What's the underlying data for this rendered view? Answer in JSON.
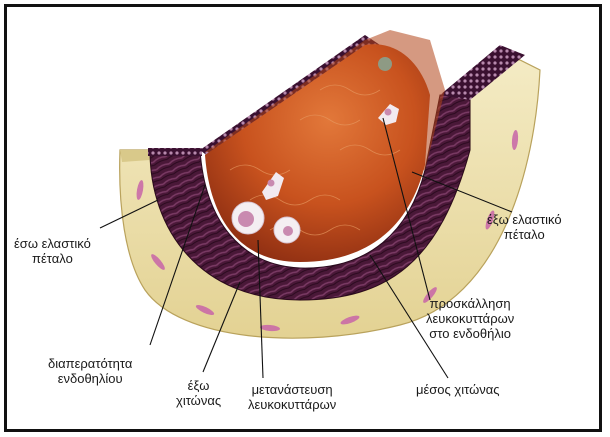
{
  "labels": {
    "inner_elastic_lamina": [
      "έσω ελαστικό",
      "πέταλο"
    ],
    "outer_elastic_lamina": [
      "έξω ελαστικό",
      "πέταλο"
    ],
    "leukocyte_recruitment": [
      "προσκάλληση",
      "λευκοκυττάρων",
      "στο ενδοθήλιο"
    ],
    "endothelial_permeability": [
      "διαπερατότητα",
      "ενδοθηλίου"
    ],
    "tunica_externa": [
      "έξω",
      "χιτώνας"
    ],
    "leukocyte_migration": [
      "μετανάστευση",
      "λευκοκυττάρων"
    ],
    "tunica_media": [
      "μέσος χιτώνας"
    ]
  },
  "colors": {
    "lumen": "#c8521e",
    "media": "#4a1838",
    "adventitia": "#efe3b0",
    "rim": "#d9c98a",
    "cell": "#f4eef2",
    "nucleus": "#c98ab0"
  }
}
